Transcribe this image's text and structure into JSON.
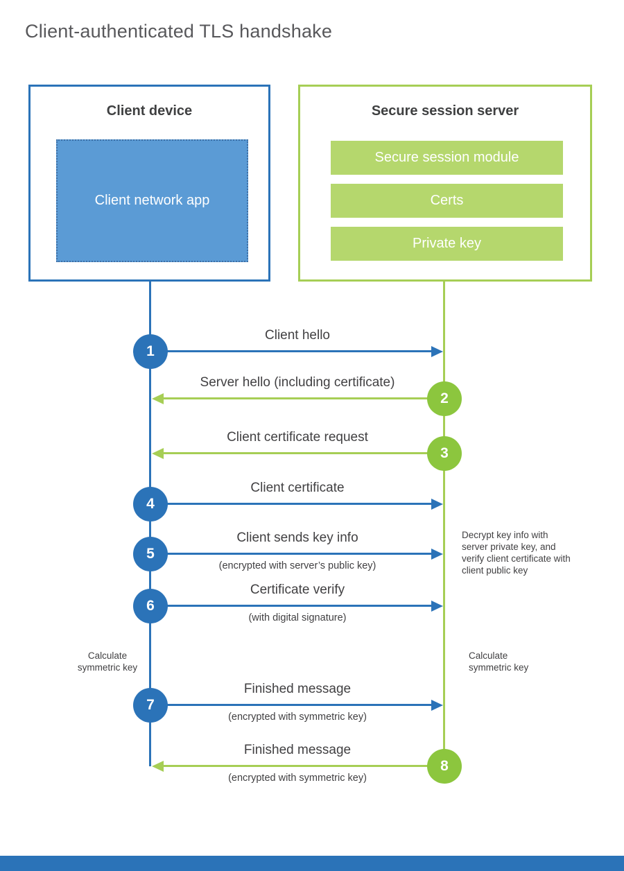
{
  "title": "Client-authenticated TLS handshake",
  "colors": {
    "blue": "#2b73b8",
    "blue_fill": "#5b9bd5",
    "green": "#a6ce55",
    "green_fill": "#b5d76d",
    "green_circle": "#8cc63e",
    "text": "#414042",
    "title": "#58585b"
  },
  "client": {
    "title": "Client device",
    "app_label": "Client network app"
  },
  "server": {
    "title": "Secure session server",
    "modules": [
      "Secure session module",
      "Certs",
      "Private key"
    ]
  },
  "messages": [
    {
      "num": "1",
      "label": "Client hello",
      "sub": "",
      "direction": "client-to-server"
    },
    {
      "num": "2",
      "label": "Server hello (including certificate)",
      "sub": "",
      "direction": "server-to-client"
    },
    {
      "num": "3",
      "label": "Client certificate request",
      "sub": "",
      "direction": "server-to-client"
    },
    {
      "num": "4",
      "label": "Client certificate",
      "sub": "",
      "direction": "client-to-server"
    },
    {
      "num": "5",
      "label": "Client sends key info",
      "sub": "(encrypted with server’s public key)",
      "direction": "client-to-server"
    },
    {
      "num": "6",
      "label": "Certificate verify",
      "sub": "(with digital signature)",
      "direction": "client-to-server"
    },
    {
      "num": "7",
      "label": "Finished message",
      "sub": "(encrypted with symmetric key)",
      "direction": "client-to-server"
    },
    {
      "num": "8",
      "label": "Finished message",
      "sub": "(encrypted with symmetric key)",
      "direction": "server-to-client"
    }
  ],
  "notes": {
    "decrypt": "Decrypt key info with server private key, and verify client certificate with client public key",
    "calc_left": "Calculate symmetric key",
    "calc_right": "Calculate symmetric key"
  }
}
